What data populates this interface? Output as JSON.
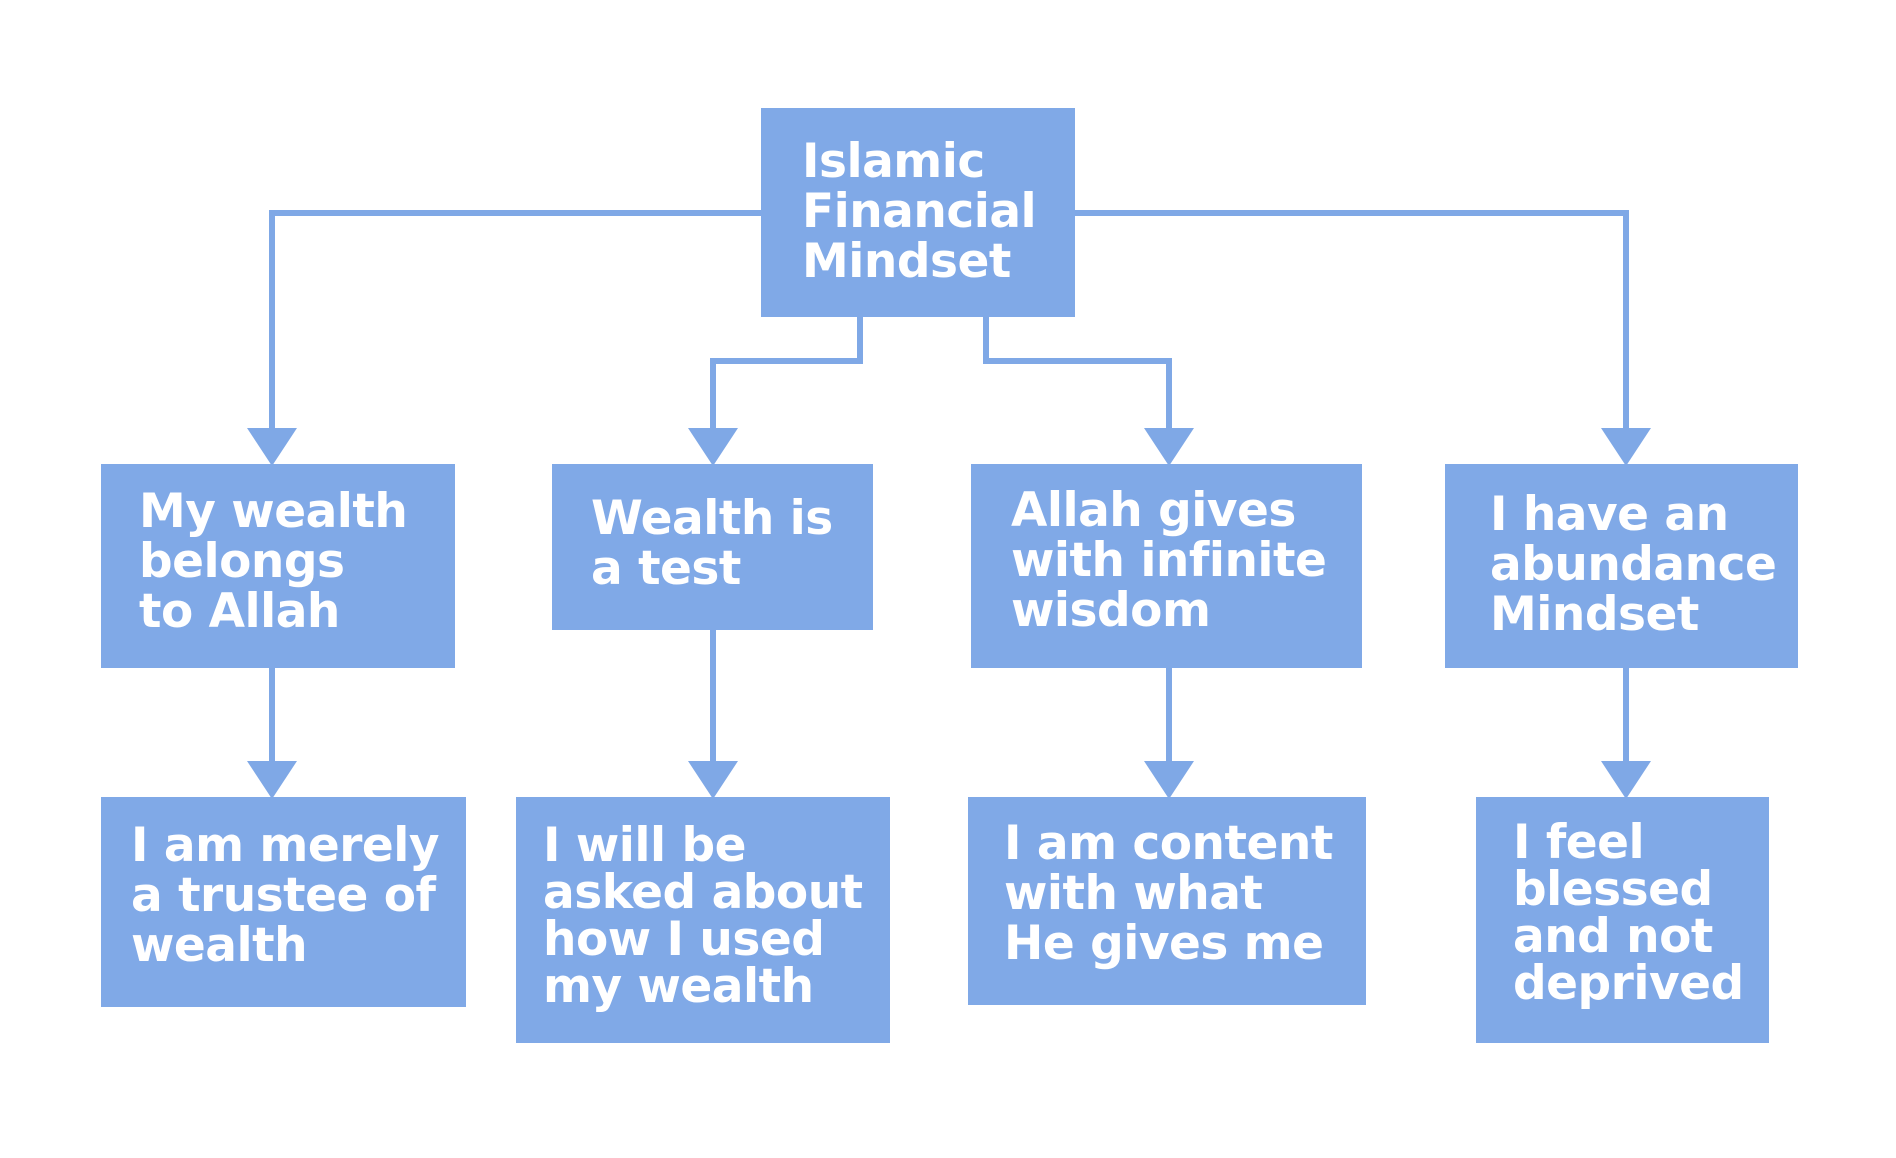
{
  "diagram": {
    "root": {
      "label": "Islamic\nFinancial\nMindset"
    },
    "level1": [
      {
        "label": "My wealth\nbelongs\nto Allah"
      },
      {
        "label": "Wealth is\na test"
      },
      {
        "label": "Allah gives\nwith infinite\nwisdom"
      },
      {
        "label": "I have an\nabundance\nMindset"
      }
    ],
    "level2": [
      {
        "label": "I am merely\na trustee of\nwealth"
      },
      {
        "label": "I will be\nasked about\nhow I used\nmy wealth"
      },
      {
        "label": "I am content\nwith what\nHe gives me"
      },
      {
        "label": "I feel\nblessed\nand not\ndeprived"
      }
    ],
    "colors": {
      "box_fill": "#80a9e7",
      "connector": "#7fa8e6",
      "text": "#ffffff",
      "background": "#ffffff"
    }
  }
}
